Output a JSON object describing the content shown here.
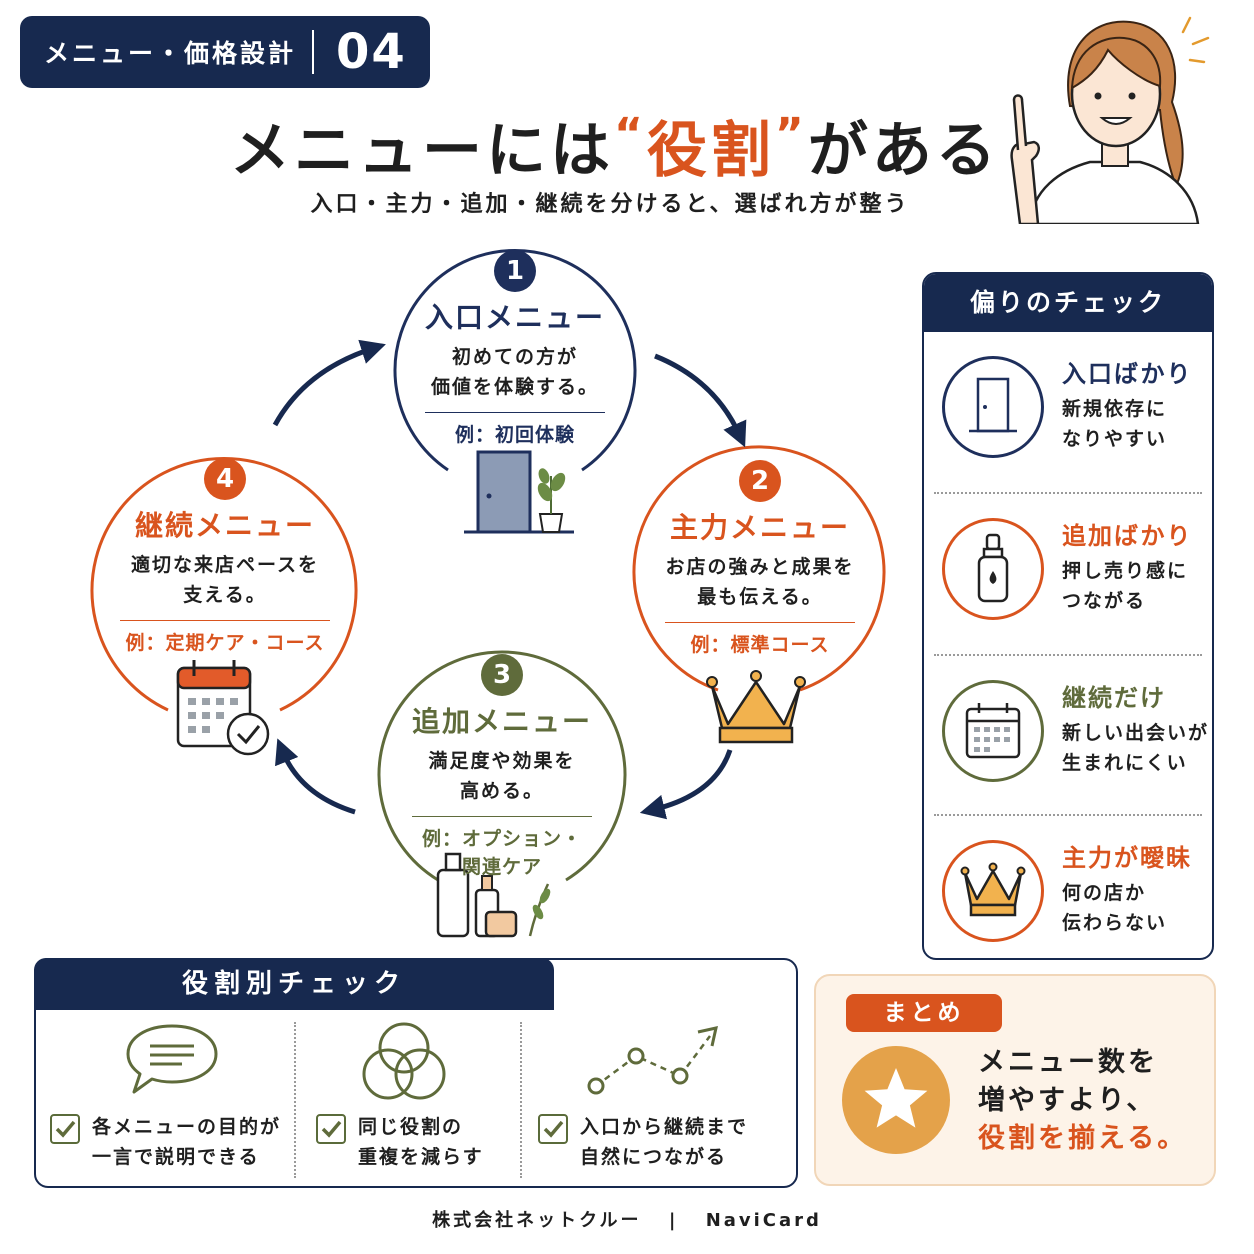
{
  "header": {
    "category": "メニュー・価格設計",
    "number": "04"
  },
  "title": {
    "before": "メニューには",
    "open_quote": "“",
    "accent": "役割",
    "close_quote": "”",
    "after": "がある"
  },
  "subtitle": "入口・主力・追加・継続を分けると、選ばれ方が整う",
  "cycle": [
    {
      "no": "1",
      "name": "入口メニュー",
      "desc1": "初めての方が",
      "desc2": "価値を体験する。",
      "example": "例：初回体験",
      "color": "#1e2f5c"
    },
    {
      "no": "2",
      "name": "主力メニュー",
      "desc1": "お店の強みと成果を",
      "desc2": "最も伝える。",
      "example": "例：標準コース",
      "color": "#d9541e"
    },
    {
      "no": "3",
      "name": "追加メニュー",
      "desc1": "満足度や効果を",
      "desc2": "高める。",
      "example": "例：オプション・",
      "example2": "関連ケア",
      "color": "#5f6b3b"
    },
    {
      "no": "4",
      "name": "継続メニュー",
      "desc1": "適切な来店ペースを",
      "desc2": "支える。",
      "example": "例：定期ケア・コース",
      "color": "#d9541e"
    }
  ],
  "bias_check": {
    "title": "偏りのチェック",
    "items": [
      {
        "title": "入口ばかり",
        "desc1": "新規依存に",
        "desc2": "なりやすい",
        "icon": "door-icon",
        "color": "#1e2f5c"
      },
      {
        "title": "追加ばかり",
        "desc1": "押し売り感に",
        "desc2": "つながる",
        "icon": "dropper-bottle-icon",
        "color": "#d9541e"
      },
      {
        "title": "継続だけ",
        "desc1": "新しい出会いが",
        "desc2": "生まれにくい",
        "icon": "calendar-icon",
        "color": "#5f6b3b"
      },
      {
        "title": "主力が曖昧",
        "desc1": "何の店か",
        "desc2": "伝わらない",
        "icon": "crown-icon",
        "color": "#d9541e"
      }
    ]
  },
  "role_check": {
    "title": "役割別チェック",
    "items": [
      {
        "line1": "各メニューの目的が",
        "line2": "一言で説明できる",
        "icon": "speech-bubble-icon"
      },
      {
        "line1": "同じ役割の",
        "line2": "重複を減らす",
        "icon": "overlap-circles-icon"
      },
      {
        "line1": "入口から継続まで",
        "line2": "自然につながる",
        "icon": "growth-path-icon"
      }
    ]
  },
  "summary": {
    "tag": "まとめ",
    "line1": "メニュー数を",
    "line2": "増やすより、",
    "line3": "役割を揃える。"
  },
  "footer": {
    "company": "株式会社ネットクルー",
    "divider": "|",
    "brand": "NaviCard"
  },
  "colors": {
    "navy": "#17294f",
    "orange": "#d9541e",
    "olive": "#5f6b3b",
    "gold": "#e4a24a"
  }
}
